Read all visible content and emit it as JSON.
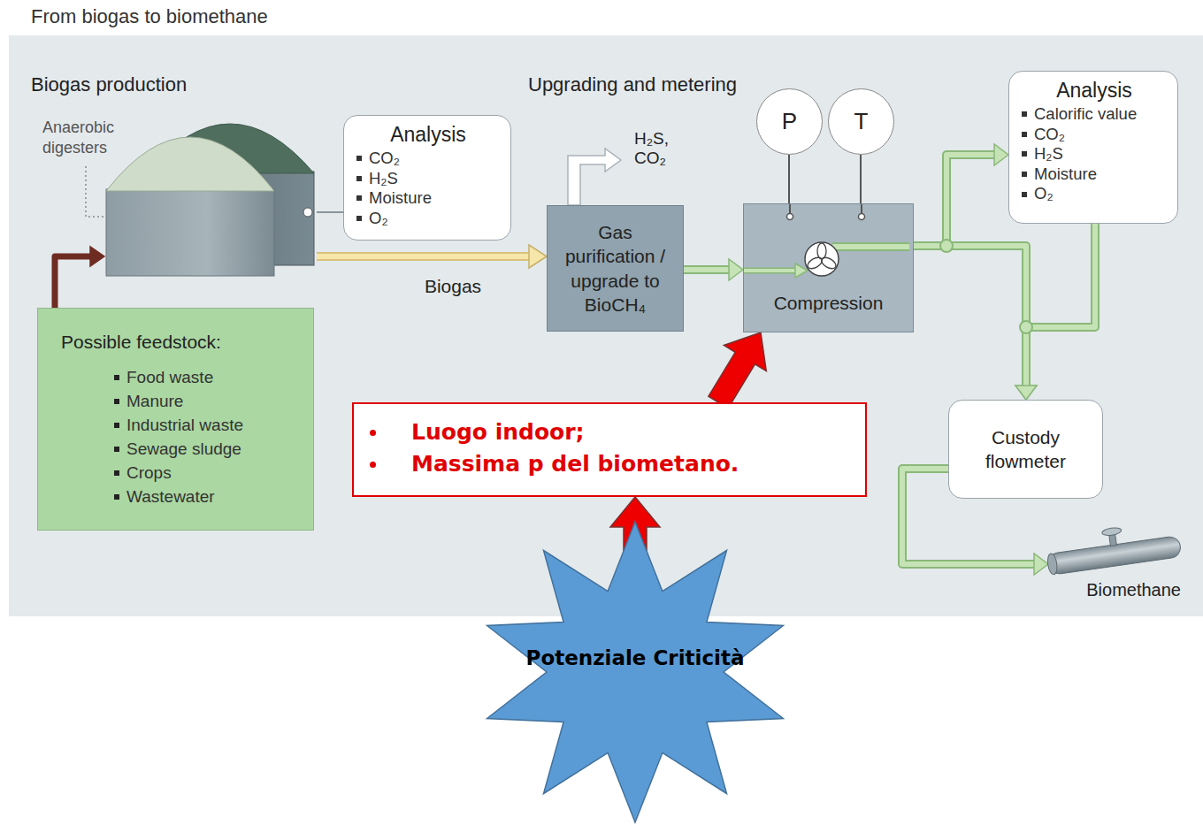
{
  "diagram": {
    "title": "From biogas to biomethane",
    "nodes": [
      {
        "text": [
          "Anaerobic digesters"
        ]
      },
      {
        "text": [
          "Analysis",
          "CO₂",
          "H₂S",
          "Moisture",
          "O₂"
        ]
      },
      {
        "text": [
          "Gas purification / upgrade to BioCH₄"
        ]
      },
      {
        "text": [
          "P"
        ]
      },
      {
        "text": [
          "T"
        ]
      },
      {
        "text": [
          "Compression"
        ]
      },
      {
        "text": [
          "Analysis",
          "Calorific value",
          "CO₂",
          "H₂S",
          "Moisture",
          "O₂"
        ]
      },
      {
        "text": [
          "Possible feedstock:",
          "Food waste",
          "Manure",
          "Industrial waste",
          "Sewage sludge",
          "Crops",
          "Wastewater"
        ]
      },
      {
        "text": [
          "Luogo indoor;",
          "Massima p del biometano."
        ]
      },
      {
        "text": [
          "Custody flowmeter"
        ]
      },
      {
        "text": [
          "Biomethane"
        ]
      },
      {
        "text": [
          "Potenziale Criticità"
        ]
      }
    ],
    "edges": [
      {
        "from": 7,
        "to": 0,
        "arrow": "to"
      },
      {
        "from": 0,
        "to": 1,
        "arrow": "none"
      },
      {
        "from": 0,
        "to": 2,
        "label": "Biogas",
        "arrow": "to"
      },
      {
        "from": 2,
        "to": 5,
        "arrow": "to"
      },
      {
        "from": 3,
        "to": 5,
        "arrow": "none"
      },
      {
        "from": 4,
        "to": 5,
        "arrow": "none"
      },
      {
        "from": 5,
        "to": 6,
        "arrow": "to"
      },
      {
        "from": 5,
        "to": 9,
        "arrow": "to"
      },
      {
        "from": 6,
        "to": 9,
        "arrow": "to"
      },
      {
        "from": 9,
        "to": 10,
        "arrow": "to"
      },
      {
        "from": 11,
        "to": 8,
        "arrow": "to"
      },
      {
        "from": 8,
        "to": 5,
        "arrow": "to"
      }
    ],
    "labels": [
      "Biogas production",
      "Upgrading and metering",
      "H₂S, CO₂"
    ]
  }
}
